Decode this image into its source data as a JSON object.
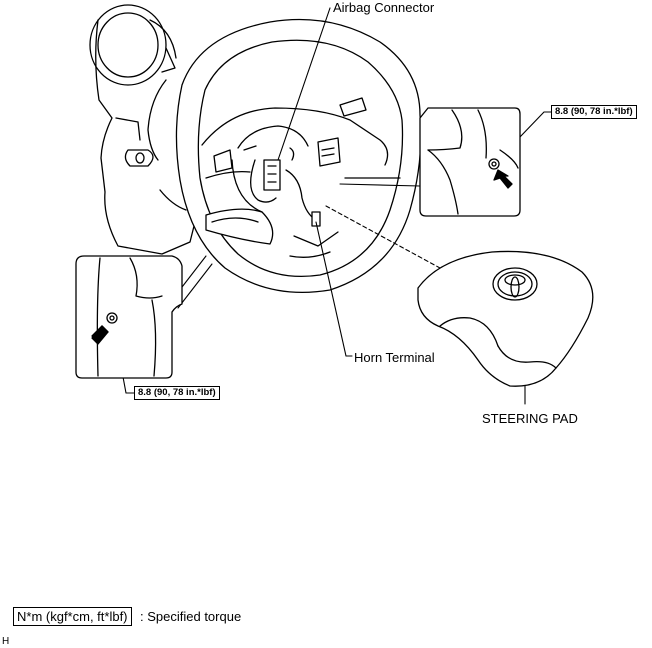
{
  "labels": {
    "airbag_connector": "Airbag Connector",
    "horn_terminal": "Horn Terminal",
    "steering_pad": "STEERING PAD",
    "torque_right": "8.8 (90, 78 in.*lbf)",
    "torque_left": "8.8 (90, 78 in.*lbf)"
  },
  "legend": {
    "unit_box": "N*m (kgf*cm, ft*lbf)",
    "description": ": Specified torque"
  },
  "figure_code": "H"
}
